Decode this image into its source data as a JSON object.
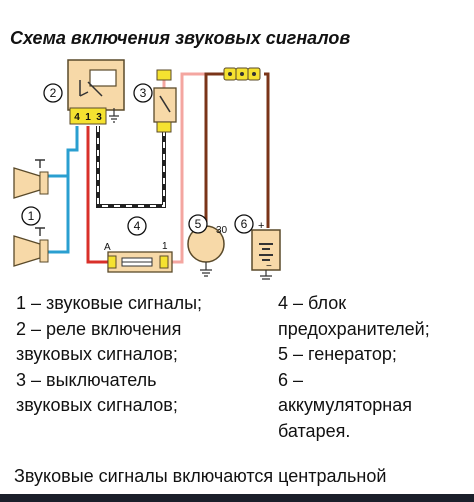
{
  "title": "Схема включения звуковых сигналов",
  "diagram": {
    "callouts": [
      "1",
      "2",
      "3",
      "4",
      "5",
      "6"
    ],
    "relay_terminals": [
      "4",
      "1",
      "3"
    ],
    "fuse_labels": {
      "a": "A",
      "one": "1"
    },
    "generator_label": "30",
    "battery_plus": "+",
    "battery_minus": "−",
    "colors": {
      "blue": "#2a9fd0",
      "red": "#d9302a",
      "pink": "#f4a6a0",
      "brown": "#7a3418",
      "black": "#222222",
      "component_fill": "#f7d9a8",
      "component_stroke": "#5a4a2a",
      "relay_terminal_bg": "#f5e230"
    }
  },
  "legend": {
    "left": [
      "1 – звуковые сигналы;",
      "2 – реле включения",
      "звуковых сигналов;",
      "3 – выключатель",
      "звуковых сигналов;"
    ],
    "right": [
      "4 – блок",
      "предохранителей;",
      "5 – генератор;",
      "6 –",
      "аккумуляторная",
      "батарея."
    ]
  },
  "footer": "Звуковые сигналы включаются центральной"
}
